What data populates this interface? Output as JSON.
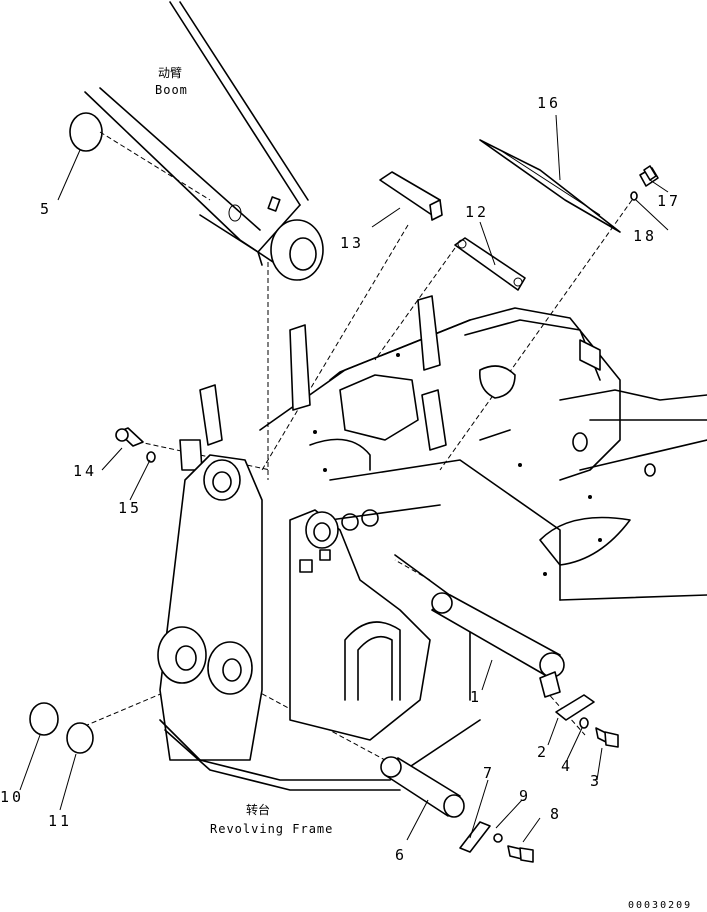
{
  "captions": {
    "boom_cn": "动臂",
    "boom_en": "Boom",
    "frame_cn": "转台",
    "frame_en": "Revolving Frame"
  },
  "part_numbers": [
    "1",
    "2",
    "3",
    "4",
    "5",
    "6",
    "7",
    "8",
    "9",
    "10",
    "11",
    "12",
    "13",
    "14",
    "15",
    "16",
    "17",
    "18"
  ],
  "drawing_code": "00030209"
}
